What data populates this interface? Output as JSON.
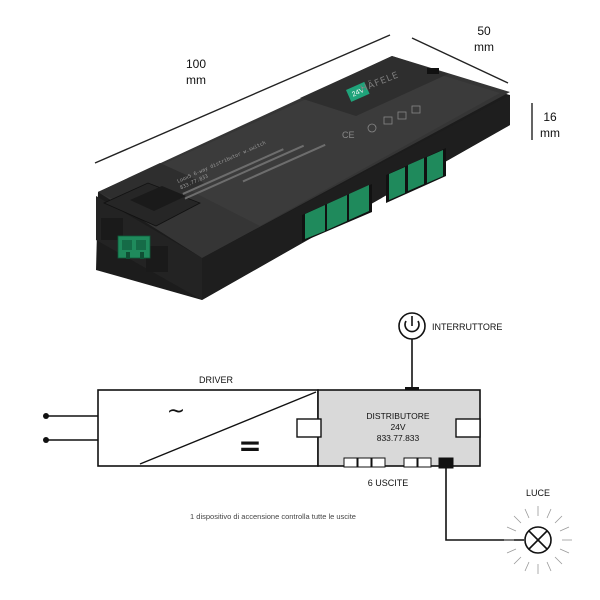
{
  "product_photo": {
    "dimensions": {
      "length": "100",
      "width": "50",
      "height": "16",
      "unit": "mm"
    },
    "brand_logo": "HÄFELE",
    "label_text": {
      "title": "Loox5 6-way distributor w.switch",
      "code": "833.77.833",
      "voltage_badge": "24V"
    },
    "colors": {
      "housing": "#2b2b2b",
      "housing_top": "#3a3a3a",
      "connector": "#1f8a5c",
      "badge": "#1fa37a"
    }
  },
  "wiring_diagram": {
    "driver_label": "DRIVER",
    "driver_ac_symbol": "~",
    "driver_dc_symbol": "=",
    "distributor": {
      "name": "DISTRIBUTORE",
      "voltage": "24V",
      "code": "833.77.833"
    },
    "switch_label": "INTERRUTTORE",
    "outputs_label": "6 USCITE",
    "light_label": "LUCE",
    "note": "1 dispositivo di accensione controlla tutte le uscite",
    "output_count": 6
  },
  "icons": [
    "power-icon",
    "light-bulb-icon"
  ],
  "colors": {
    "line": "#111111",
    "distributor_fill": "#d9d9d9",
    "connector_fill": "#111111"
  }
}
